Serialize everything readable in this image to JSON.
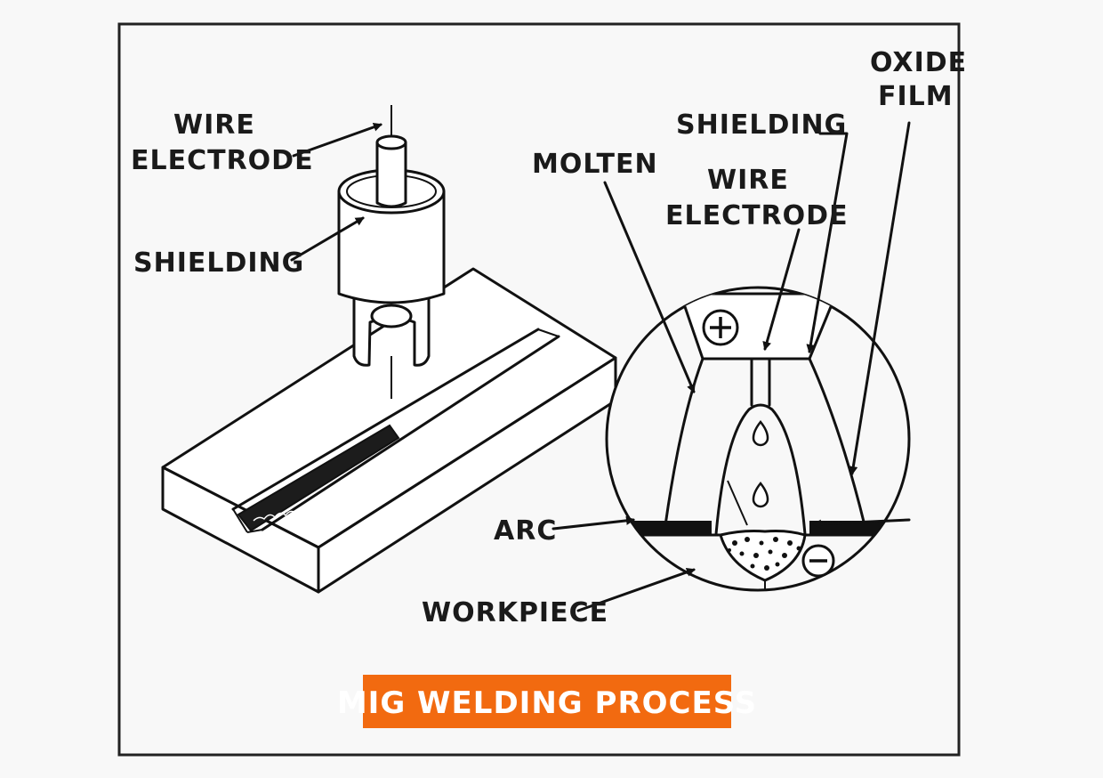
{
  "labels": {
    "wire_electrode_left_line1": "WIRE",
    "wire_electrode_left_line2": "ELECTRODE",
    "shielding_left": "SHIELDING",
    "molten": "MOLTEN",
    "shielding_right": "SHIELDING",
    "wire_electrode_right_line1": "WIRE",
    "wire_electrode_right_line2": "ELECTRODE",
    "oxide_film_line1": "OXIDE",
    "oxide_film_line2": "FILM",
    "arc": "ARC",
    "workpiece": "WORKPIECE"
  },
  "caption": {
    "text": "MIG WELDING PROCESS",
    "background": "#f26a10"
  },
  "icons": {
    "positive": "plus-circle-icon",
    "negative": "minus-circle-icon"
  }
}
